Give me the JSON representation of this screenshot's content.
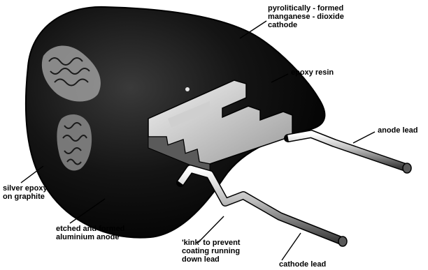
{
  "diagram": {
    "labels": {
      "cathode_top": [
        "pyrolitically - formed",
        "manganese - dioxide",
        "cathode"
      ],
      "epoxy": [
        "epoxy resin"
      ],
      "anode_lead": [
        "anode lead"
      ],
      "silver_epoxy": [
        "silver epoxy",
        "on graphite"
      ],
      "aluminium_anode": [
        "etched and formed",
        "aluminium anode"
      ],
      "kink": [
        "'kink' to prevent",
        "coating running",
        "down lead"
      ],
      "cathode_lead": [
        "cathode lead"
      ]
    }
  }
}
